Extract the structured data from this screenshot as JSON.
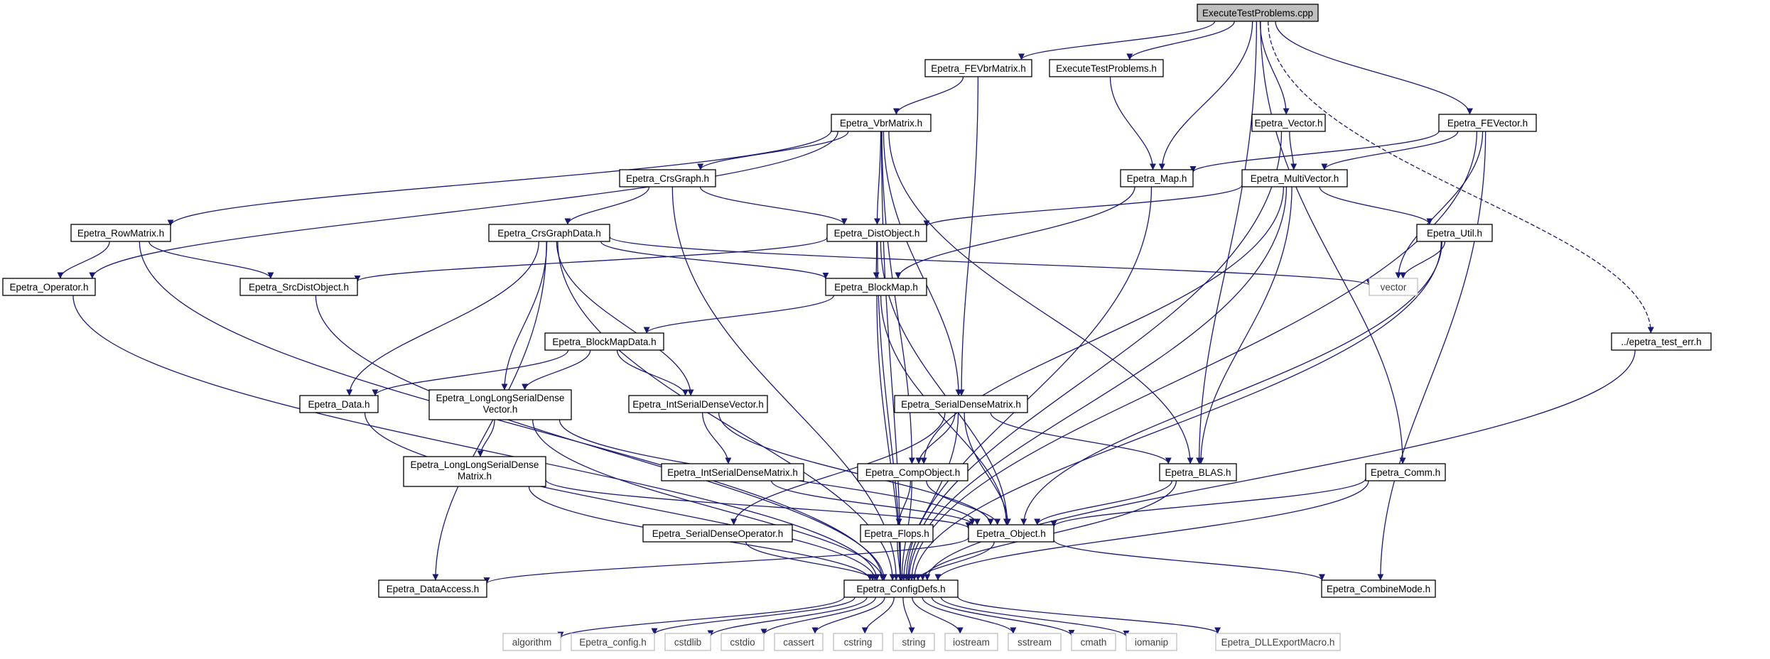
{
  "colors": {
    "edge": "#191970",
    "root_fill": "#bfbfbf",
    "node_fill": "#ffffff",
    "ext_border": "#bfbfbf"
  },
  "nodes": {
    "root": "ExecuteTestProblems.cpp",
    "fevbr": "Epetra_FEVbrMatrix.h",
    "exeh": "ExecuteTestProblems.h",
    "vbr": "Epetra_VbrMatrix.h",
    "vector": "Epetra_Vector.h",
    "fevector": "Epetra_FEVector.h",
    "crsgraph": "Epetra_CrsGraph.h",
    "map": "Epetra_Map.h",
    "multivector": "Epetra_MultiVector.h",
    "rowmatrix": "Epetra_RowMatrix.h",
    "crsgraphdata": "Epetra_CrsGraphData.h",
    "distobject": "Epetra_DistObject.h",
    "util": "Epetra_Util.h",
    "operator": "Epetra_Operator.h",
    "srcdist": "Epetra_SrcDistObject.h",
    "blockmap": "Epetra_BlockMap.h",
    "vectorstd": "vector",
    "blockmapdata": "Epetra_BlockMapData.h",
    "testerr": "../epetra_test_err.h",
    "data": "Epetra_Data.h",
    "llsdv": [
      "Epetra_LongLongSerialDense",
      "Vector.h"
    ],
    "isdv": "Epetra_IntSerialDenseVector.h",
    "sdm": "Epetra_SerialDenseMatrix.h",
    "llsdm": [
      "Epetra_LongLongSerialDense",
      "Matrix.h"
    ],
    "isdm": "Epetra_IntSerialDenseMatrix.h",
    "compobject": "Epetra_CompObject.h",
    "blas": "Epetra_BLAS.h",
    "comm": "Epetra_Comm.h",
    "sdo": "Epetra_SerialDenseOperator.h",
    "flops": "Epetra_Flops.h",
    "object": "Epetra_Object.h",
    "dataaccess": "Epetra_DataAccess.h",
    "configdefs": "Epetra_ConfigDefs.h",
    "combinemode": "Epetra_CombineMode.h",
    "algorithm": "algorithm",
    "epconfig": "Epetra_config.h",
    "cstdlib": "cstdlib",
    "cstdio": "cstdio",
    "cassert": "cassert",
    "cstring": "cstring",
    "string": "string",
    "iostream": "iostream",
    "sstream": "sstream",
    "cmath": "cmath",
    "iomanip": "iomanip",
    "dllexport": "Epetra_DLLExportMacro.h"
  },
  "edges": [
    [
      "root",
      "fevbr"
    ],
    [
      "root",
      "exeh"
    ],
    [
      "root",
      "map"
    ],
    [
      "root",
      "vector"
    ],
    [
      "root",
      "fevector"
    ],
    [
      "root",
      "blas"
    ],
    [
      "root",
      "comm"
    ],
    [
      "root",
      "testerr"
    ],
    [
      "fevbr",
      "vbr"
    ],
    [
      "fevbr",
      "sdm"
    ],
    [
      "exeh",
      "map"
    ],
    [
      "vbr",
      "crsgraph"
    ],
    [
      "vbr",
      "rowmatrix"
    ],
    [
      "vbr",
      "operator"
    ],
    [
      "vbr",
      "distobject"
    ],
    [
      "vbr",
      "compobject"
    ],
    [
      "vbr",
      "sdm"
    ],
    [
      "vbr",
      "blas"
    ],
    [
      "vbr",
      "configdefs"
    ],
    [
      "vector",
      "multivector"
    ],
    [
      "vector",
      "configdefs"
    ],
    [
      "fevector",
      "map"
    ],
    [
      "fevector",
      "multivector"
    ],
    [
      "fevector",
      "vectorstd"
    ],
    [
      "fevector",
      "configdefs"
    ],
    [
      "fevector",
      "combinemode"
    ],
    [
      "crsgraph",
      "crsgraphdata"
    ],
    [
      "crsgraph",
      "distobject"
    ],
    [
      "crsgraph",
      "configdefs"
    ],
    [
      "map",
      "blockmap"
    ],
    [
      "map",
      "configdefs"
    ],
    [
      "multivector",
      "distobject"
    ],
    [
      "multivector",
      "util"
    ],
    [
      "multivector",
      "compobject"
    ],
    [
      "multivector",
      "blas"
    ],
    [
      "multivector",
      "configdefs"
    ],
    [
      "rowmatrix",
      "operator"
    ],
    [
      "rowmatrix",
      "srcdist"
    ],
    [
      "rowmatrix",
      "configdefs"
    ],
    [
      "crsgraphdata",
      "blockmap"
    ],
    [
      "crsgraphdata",
      "data"
    ],
    [
      "crsgraphdata",
      "llsdv"
    ],
    [
      "crsgraphdata",
      "isdv"
    ],
    [
      "crsgraphdata",
      "vectorstd"
    ],
    [
      "crsgraphdata",
      "configdefs"
    ],
    [
      "crsgraphdata",
      "dataaccess"
    ],
    [
      "distobject",
      "srcdist"
    ],
    [
      "distobject",
      "blockmap"
    ],
    [
      "distobject",
      "object"
    ],
    [
      "distobject",
      "configdefs"
    ],
    [
      "util",
      "vectorstd"
    ],
    [
      "util",
      "object"
    ],
    [
      "util",
      "configdefs"
    ],
    [
      "operator",
      "configdefs"
    ],
    [
      "srcdist",
      "configdefs"
    ],
    [
      "blockmap",
      "blockmapdata"
    ],
    [
      "blockmap",
      "object"
    ],
    [
      "blockmap",
      "configdefs"
    ],
    [
      "blockmapdata",
      "data"
    ],
    [
      "blockmapdata",
      "llsdv"
    ],
    [
      "blockmapdata",
      "isdv"
    ],
    [
      "testerr",
      "configdefs"
    ],
    [
      "data",
      "configdefs"
    ],
    [
      "llsdv",
      "llsdm"
    ],
    [
      "llsdv",
      "object"
    ],
    [
      "llsdv",
      "configdefs"
    ],
    [
      "isdv",
      "isdm"
    ],
    [
      "isdv",
      "object"
    ],
    [
      "sdm",
      "compobject"
    ],
    [
      "sdm",
      "object"
    ],
    [
      "sdm",
      "blas"
    ],
    [
      "sdm",
      "sdo"
    ],
    [
      "sdm",
      "configdefs"
    ],
    [
      "llsdm",
      "object"
    ],
    [
      "llsdm",
      "configdefs"
    ],
    [
      "isdm",
      "object"
    ],
    [
      "compobject",
      "flops"
    ],
    [
      "compobject",
      "object"
    ],
    [
      "compobject",
      "configdefs"
    ],
    [
      "blas",
      "object"
    ],
    [
      "blas",
      "configdefs"
    ],
    [
      "comm",
      "object"
    ],
    [
      "comm",
      "configdefs"
    ],
    [
      "sdo",
      "configdefs"
    ],
    [
      "flops",
      "configdefs"
    ],
    [
      "object",
      "configdefs"
    ],
    [
      "object",
      "combinemode"
    ],
    [
      "object",
      "dataaccess"
    ],
    [
      "configdefs",
      "algorithm"
    ],
    [
      "configdefs",
      "epconfig"
    ],
    [
      "configdefs",
      "cstdlib"
    ],
    [
      "configdefs",
      "cstdio"
    ],
    [
      "configdefs",
      "cassert"
    ],
    [
      "configdefs",
      "cstring"
    ],
    [
      "configdefs",
      "string"
    ],
    [
      "configdefs",
      "iostream"
    ],
    [
      "configdefs",
      "sstream"
    ],
    [
      "configdefs",
      "cmath"
    ],
    [
      "configdefs",
      "iomanip"
    ],
    [
      "configdefs",
      "dllexport"
    ]
  ]
}
